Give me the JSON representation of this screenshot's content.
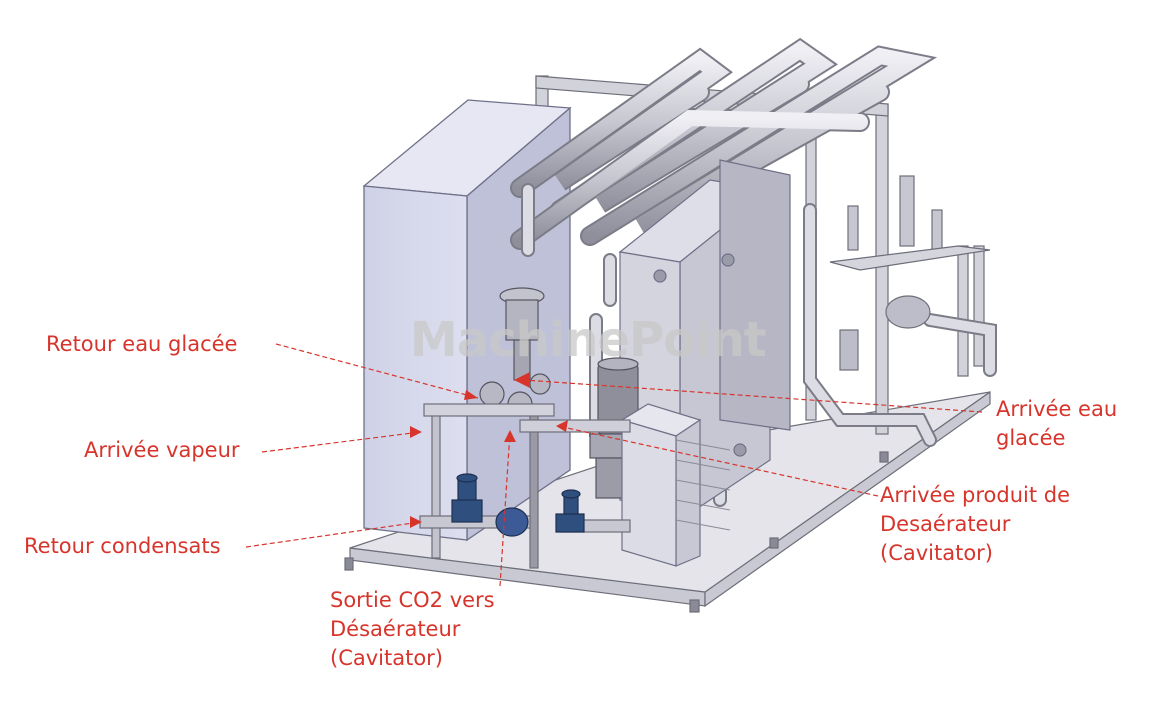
{
  "watermark": "MachinePoint",
  "labels": {
    "retour_eau_glacee": "Retour eau glacée",
    "arrivee_vapeur": "Arrivée vapeur",
    "retour_condensats": "Retour condensats",
    "sortie_co2": [
      "Sortie CO2 vers",
      "Désaérateur",
      "(Cavitator)"
    ],
    "arrivee_eau_glacee": [
      "Arrivée eau",
      "glacée"
    ],
    "arrivee_produit": [
      "Arrivée produit de",
      "Desaérateur",
      "(Cavitator)"
    ]
  },
  "colors": {
    "label": "#d7352c",
    "frame": "#b9b9c6",
    "cabinet": "#d4d6e8",
    "valve": "#2f4f7f"
  }
}
